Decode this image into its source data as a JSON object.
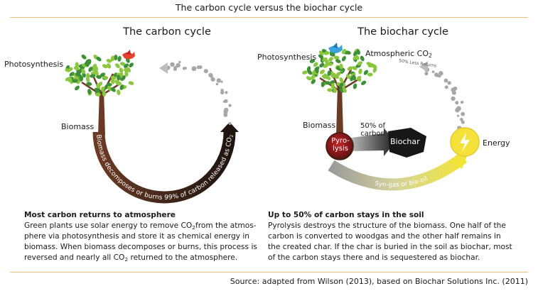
{
  "figure_title": "The carbon cycle versus the biochar cycle",
  "carbon_cycle": {
    "title": "The carbon cycle",
    "photosynthesis": "Photosynthesis",
    "biomass": "Biomass",
    "arc_text_before": "Biomass decomposes or burns 99% of carbon released as CO",
    "arc_text_sub": "2",
    "caption_heading": "Most carbon returns to atmosphere",
    "caption_l1a": "Green plants use solar energy to remove CO",
    "caption_l1sub": "2",
    "caption_l1b": "from the atmos-",
    "caption_l2": "phere via photosynthesis and store it as chemical energy in",
    "caption_l3": "biomass. When biomass decomposes or burns, this process is",
    "caption_l4a": "reversed and nearly all CO",
    "caption_l4sub": "2",
    "caption_l4b": " returned to the atmosphere."
  },
  "biochar_cycle": {
    "title": "The biochar cycle",
    "photosynthesis": "Photosynthesis",
    "atmospheric_main": "Atmospheric CO",
    "atmospheric_sub": "2",
    "less_returns": "50% Less Returns",
    "biomass": "Biomass",
    "pyrolysis": "Pyro-\nlysis",
    "percent_line1": "50% of",
    "percent_line2": "carbon",
    "biochar": "Biochar",
    "energy": "Energy",
    "syngas": "Syn-gas or bio-oil",
    "caption_heading": "Up to 50% of carbon stays in the soil",
    "caption_l1": "Pyrolysis destroys the structure of the biomass. One half of the",
    "caption_l2": "carbon is converted to woodgas and the other half remains in",
    "caption_l3": "the created char. If the char is buried in the soil as biochar, most",
    "caption_l4": "of the carbon stays there and is sequestered as biochar."
  },
  "source": "Source: adapted from Wilson (2013), based on Biochar Solutions Inc. (2011)",
  "colors": {
    "rule": "#e7c27b",
    "trunk": "#6b3a24",
    "leaf_dark": "#3e8f3a",
    "leaf_light": "#8cc63f",
    "arc_dark": "#3b1f14",
    "gas_dots": "#a7a7a7",
    "energy_yellow": "#f4e23a",
    "bird_red": "#e8402f",
    "bird_blue": "#3aa3dc"
  }
}
